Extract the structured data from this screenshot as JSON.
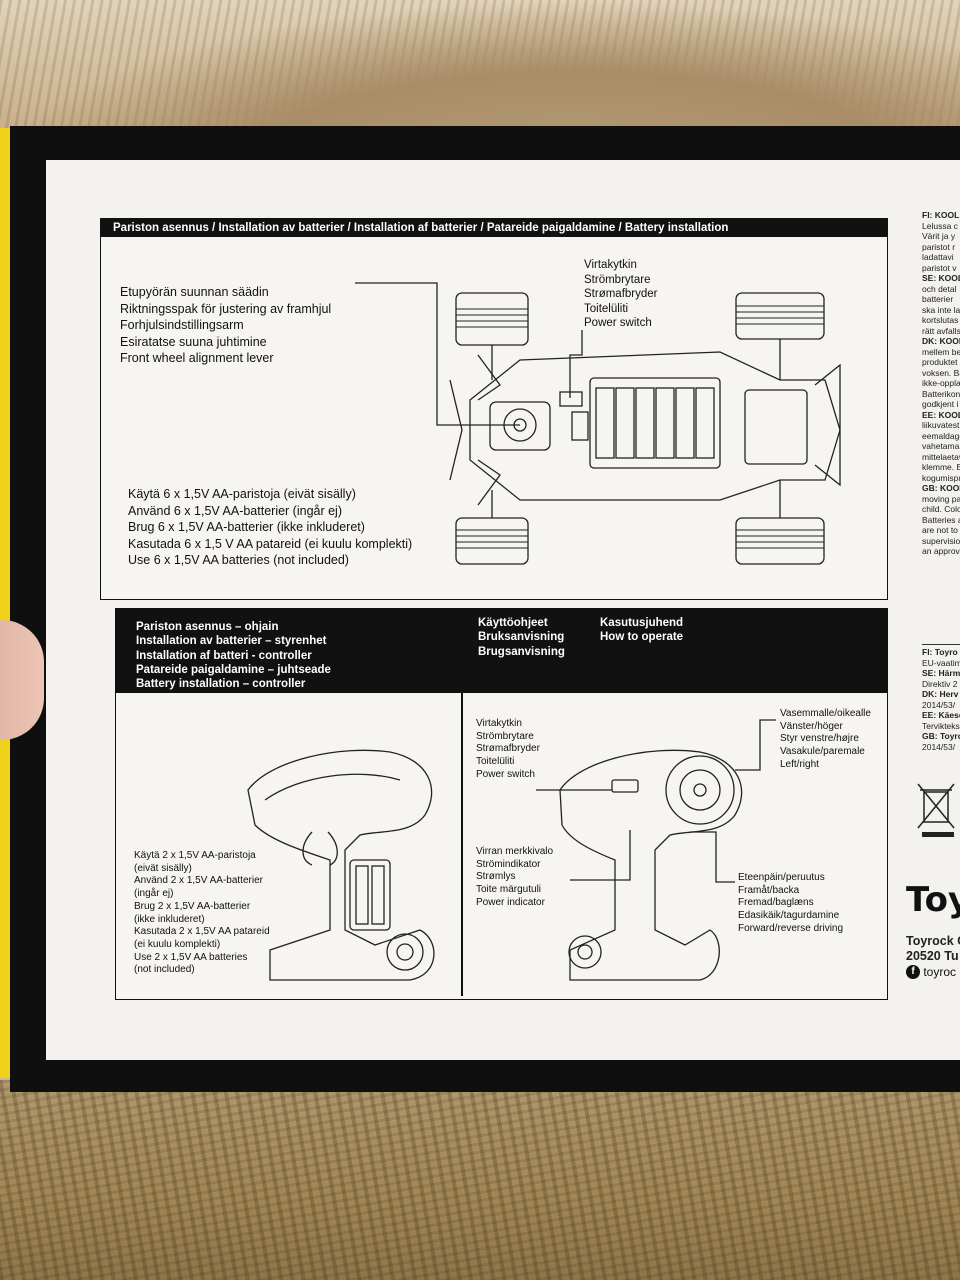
{
  "top_section": {
    "header": "Pariston asennus / Installation av batterier / Installation af batterier / Patareide paigaldamine / Battery installation",
    "front_wheel_lines": [
      "Etupyörän suunnan säädin",
      "Riktningsspak för justering av framhjul",
      "Forhjulsindstillingsarm",
      "Esiratatse suuna juhtimine",
      "Front wheel alignment lever"
    ],
    "power_switch_lines": [
      "Virtakytkin",
      "Strömbrytare",
      "Strømafbryder",
      "Toitelüliti",
      "Power switch"
    ],
    "battery_lines": [
      "Käytä 6 x 1,5V AA-paristoja (eivät sisälly)",
      "Använd 6 x 1,5V AA-batterier (ingår ej)",
      "Brug 6 x 1,5V AA-batterier (ikke inkluderet)",
      "Kasutada 6 x 1,5 V AA patareid (ei kuulu komplekti)",
      "Use 6 x 1,5V AA batteries (not included)"
    ]
  },
  "bottom_section": {
    "left_header_lines": [
      "Pariston asennus – ohjain",
      "Installation av batterier – styrenhet",
      "Installation af batteri - controller",
      "Patareide paigaldamine – juhtseade",
      "Battery installation – controller"
    ],
    "mid_header_lines": [
      "Käyttöohjeet",
      "Bruksanvisning",
      "Brugsanvisning"
    ],
    "right_header_lines": [
      "Kasutusjuhend",
      "How to operate"
    ],
    "controller_battery_lines": [
      "Käytä 2 x 1,5V AA-paristoja",
      "(eivät sisälly)",
      "Använd 2 x 1,5V AA-batterier",
      "(ingår ej)",
      "Brug 2 x 1,5V AA-batterier",
      "(ikke inkluderet)",
      "Kasutada 2 x 1,5V AA patareid",
      "(ei kuulu komplekti)",
      "Use 2 x 1,5V AA batteries",
      "(not included)"
    ],
    "switch_lines": [
      "Virtakytkin",
      "Strömbrytare",
      "Strømafbryder",
      "Toitelüliti",
      "Power switch"
    ],
    "indicator_lines": [
      "Virran merkkivalo",
      "Strömindikator",
      "Strømlys",
      "Toite märgutuli",
      "Power indicator"
    ],
    "steer_lines": [
      "Vasemmalle/oikealle",
      "Vänster/höger",
      "Styr venstre/højre",
      "Vasakule/paremale",
      "Left/right"
    ],
    "drive_lines": [
      "Eteenpäin/peruutus",
      "Framåt/backa",
      "Fremad/baglæns",
      "Edasikäik/tagurdamine",
      "Forward/reverse driving"
    ]
  },
  "right_edge_text": {
    "warning_lines": [
      "FI: KOOL",
      "Lelussa c",
      "Värit ja y",
      "paristot r",
      "ladattavi",
      "paristot v",
      "SE: KOOL",
      "och detal",
      "batterier",
      "ska inte la",
      "kortslutas",
      "rätt avfalls",
      "DK: KOOL",
      "mellem be",
      "produktet",
      "voksen. Ba",
      "ikke-oppla",
      "Batterikon",
      "godkjent i",
      "EE: KOOLS",
      "liikuvatest",
      "eemaldage",
      "vahetama t",
      "mittelaetav",
      "klemme. Ee",
      "kogumispu",
      "GB: KOOLS",
      "moving par",
      "child. Color",
      "Batteries ar",
      "are not to b",
      "supervision",
      "an approve"
    ],
    "directive_lines": [
      "FI: Toyro",
      "EU-vaatim",
      "SE: Härm",
      "Direktiv 2",
      "DK: Herv",
      "2014/53/",
      "EE: Käesc",
      "Tervikteks",
      "GB: Toyro",
      "2014/53/"
    ],
    "brand": "Toy",
    "address_lines": [
      "Toyrock O",
      "20520 Tu"
    ],
    "social": "toyroc"
  }
}
